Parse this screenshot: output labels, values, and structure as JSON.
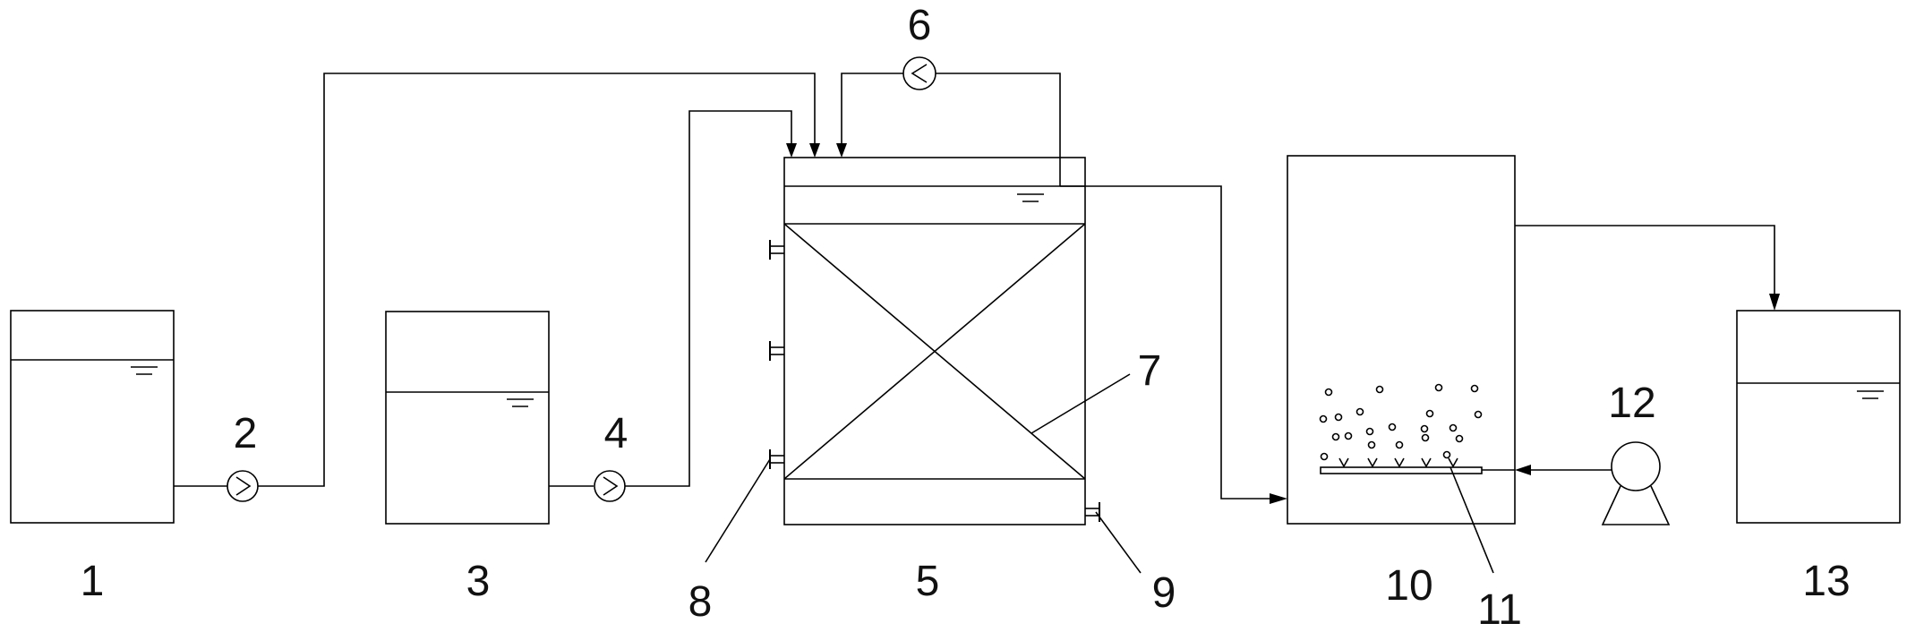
{
  "labels": {
    "tank_1": "1",
    "pump_2": "2",
    "tank_3": "3",
    "pump_4": "4",
    "reactor_5": "5",
    "pump_6": "6",
    "packing_7": "7",
    "port_8": "8",
    "port_9": "9",
    "tank_10": "10",
    "aerator_11": "11",
    "blower_12": "12",
    "tank_13": "13"
  },
  "colors": {
    "line": "#000000",
    "background": "#ffffff"
  }
}
